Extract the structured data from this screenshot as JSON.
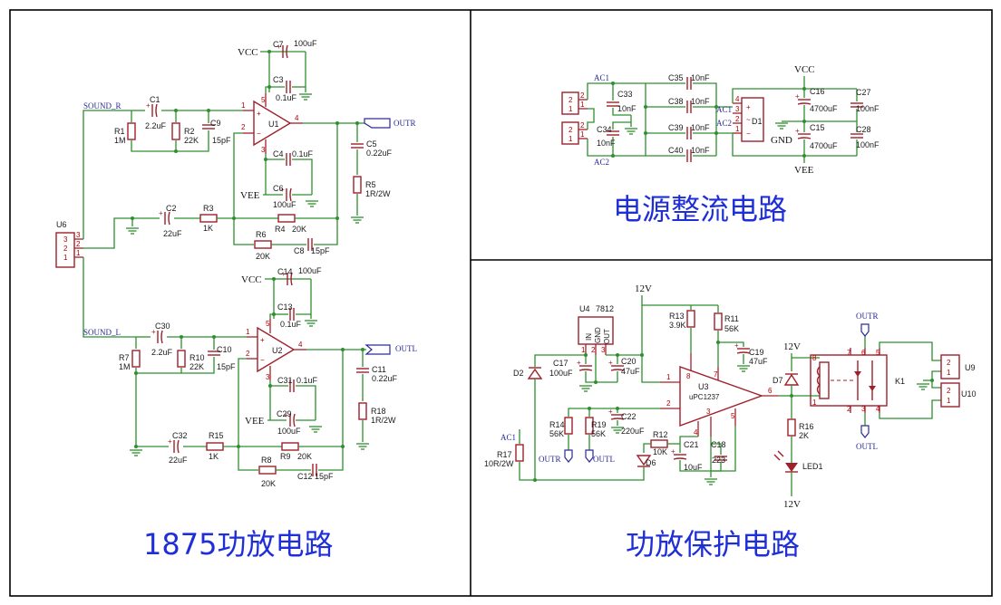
{
  "panels": {
    "amp_title": "1875功放电路",
    "power_title": "电源整流电路",
    "protect_title": "功放保护电路"
  },
  "nets": {
    "vcc": "VCC",
    "vee": "VEE",
    "gnd": "GND",
    "v12": "12V",
    "sound_r": "SOUND_R",
    "sound_l": "SOUND_L",
    "outr": "OUTR",
    "outl": "OUTL",
    "ac1": "AC1",
    "ac2": "AC2"
  },
  "amp": {
    "u1": "U1",
    "u2": "U2",
    "u6": "U6",
    "c7": "C7",
    "c7v": "100uF",
    "c3": "C3",
    "c3v": "0.1uF",
    "c1": "C1",
    "c1v": "2.2uF",
    "r1": "R1",
    "r1v": "1M",
    "r2": "R2",
    "r2v": "22K",
    "c9": "C9",
    "c9v": "15pF",
    "c5": "C5",
    "c5v": "0.22uF",
    "r5": "R5",
    "r5v": "1R/2W",
    "c4": "C4",
    "c4v": "0.1uF",
    "c6": "C6",
    "c6v": "100uF",
    "c2": "C2",
    "c2v": "22uF",
    "r3": "R3",
    "r3v": "1K",
    "r4": "R4",
    "r4v": "20K",
    "r6": "R6",
    "r6v": "20K",
    "c8": "C8",
    "c8v": "15pF",
    "c14": "C14",
    "c14v": "100uF",
    "c13": "C13",
    "c13v": "0.1uF",
    "c30": "C30",
    "c30v": "2.2uF",
    "r7": "R7",
    "r7v": "1M",
    "r10": "R10",
    "r10v": "22K",
    "c10": "C10",
    "c10v": "15pF",
    "c11": "C11",
    "c11v": "0.22uF",
    "r18": "R18",
    "r18v": "1R/2W",
    "c31": "C31",
    "c31v": "0.1uF",
    "c29": "C29",
    "c29v": "100uF",
    "c32": "C32",
    "c32v": "22uF",
    "r15": "R15",
    "r15v": "1K",
    "r9": "R9",
    "r9v": "20K",
    "r8": "R8",
    "r8v": "20K",
    "c12": "C12",
    "c12v": "15pF"
  },
  "power": {
    "c33": "C33",
    "c33v": "10nF",
    "c34": "C34",
    "c34v": "10nF",
    "c35": "C35",
    "c35v": "10nF",
    "c38": "C38",
    "c38v": "10nF",
    "c39": "C39",
    "c39v": "10nF",
    "c40": "C40",
    "c40v": "10nF",
    "d1": "D1",
    "c16": "C16",
    "c16v": "4700uF",
    "c15": "C15",
    "c15v": "4700uF",
    "c27": "C27",
    "c27v": "100nF",
    "c28": "C28",
    "c28v": "100nF"
  },
  "protect": {
    "u4": "U4",
    "u4v": "7812",
    "pin_in": "IN",
    "pin_gnd": "GND",
    "pin_out": "OUT",
    "c17": "C17",
    "c17v": "100uF",
    "c20": "C20",
    "c20v": "47uF",
    "d2": "D2",
    "r13": "R13",
    "r13v": "3.9K",
    "r11": "R11",
    "r11v": "56K",
    "c19": "C19",
    "c19v": "47uF",
    "u3": "U3",
    "u3v": "uPC1237",
    "c22": "C22",
    "c22v": "220uF",
    "r14": "R14",
    "r14v": "56K",
    "r19": "R19",
    "r19v": "56K",
    "r12": "R12",
    "r12v": "10K",
    "c21": "C21",
    "c21v": "10uF",
    "c18": "C18",
    "c18v": "223",
    "d6": "D6",
    "d7": "D7",
    "r16": "R16",
    "r16v": "2K",
    "led1": "LED1",
    "r17": "R17",
    "r17v": "10R/2W",
    "k1": "K1",
    "u9": "U9",
    "u10": "U10"
  }
}
